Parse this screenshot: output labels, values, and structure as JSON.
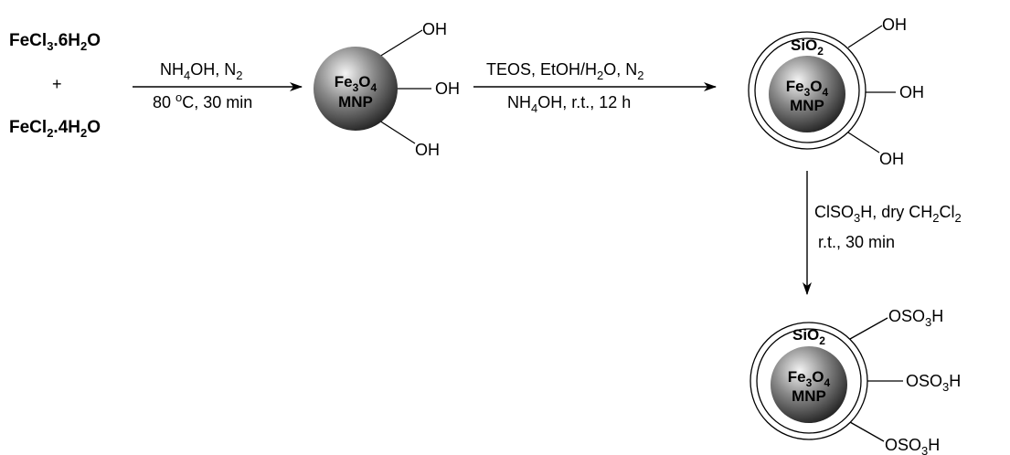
{
  "reactants": {
    "r1": {
      "a": "FeCl",
      "s1": "3",
      "b": ".6H",
      "s2": "2",
      "c": "O"
    },
    "plus": "+",
    "r2": {
      "a": "FeCl",
      "s1": "2",
      "b": ".4H",
      "s2": "2",
      "c": "O"
    }
  },
  "step1": {
    "above": {
      "a": "NH",
      "s1": "4",
      "b": "OH, N",
      "s2": "2"
    },
    "below": {
      "a": "80 ",
      "sup": "o",
      "b": "C, 30 min"
    }
  },
  "step2": {
    "above": {
      "a": "TEOS, EtOH/H",
      "s1": "2",
      "b": "O, N",
      "s2": "2"
    },
    "below": {
      "a": "NH",
      "s1": "4",
      "b": "OH, r.t., 12 h"
    }
  },
  "step3": {
    "line1": {
      "a": "ClSO",
      "s1": "3",
      "b": "H, dry CH",
      "s2": "2",
      "c": "Cl",
      "s3": "2"
    },
    "line2": "r.t., 30 min"
  },
  "core": {
    "a": "Fe",
    "s1": "3",
    "b": "O",
    "s2": "4",
    "line2": "MNP"
  },
  "shell": {
    "a": "SiO",
    "s1": "2"
  },
  "groups": {
    "hydroxyl": "OH",
    "sulfonic": {
      "a": "OSO",
      "s1": "3",
      "b": "H"
    }
  },
  "colors": {
    "sphere_light": "#f4f4f4",
    "sphere_mid": "#8a8a8a",
    "sphere_dark": "#1a1a1a",
    "line": "#000000"
  }
}
